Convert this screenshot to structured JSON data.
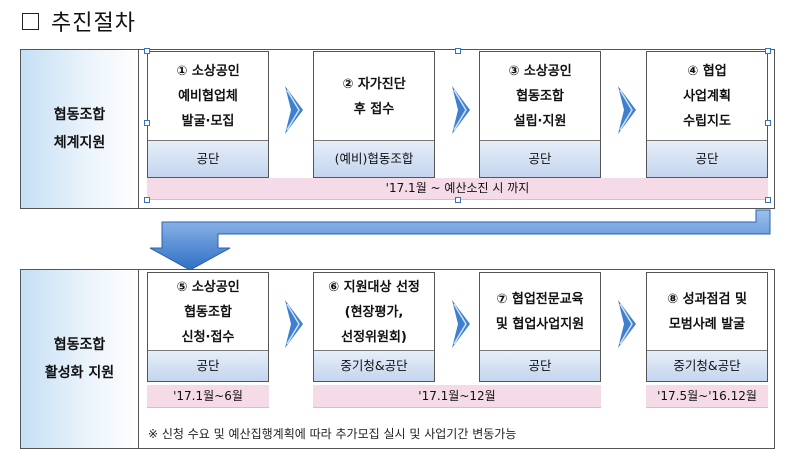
{
  "title": "추진절차",
  "section1": {
    "label": "협동조합\n체계지원",
    "cards": [
      {
        "lines": [
          "① 소상공인",
          "예비협업체",
          "발굴·모집"
        ],
        "agency": "공단"
      },
      {
        "lines": [
          "② 자가진단",
          "후 접수"
        ],
        "agency": "(예비)협동조합"
      },
      {
        "lines": [
          "③ 소상공인",
          "협동조합",
          "설립·지원"
        ],
        "agency": "공단"
      },
      {
        "lines": [
          "④ 협업",
          "사업계획",
          "수립지도"
        ],
        "agency": "공단"
      }
    ],
    "period": "'17.1월 ~ 예산소진 시 까지"
  },
  "section2": {
    "label": "협동조합\n활성화 지원",
    "cards": [
      {
        "lines": [
          "⑤ 소상공인",
          "협동조합",
          "신청·접수"
        ],
        "agency": "공단"
      },
      {
        "lines": [
          "⑥ 지원대상 선정",
          "(현장평가,",
          "선정위원회)"
        ],
        "agency": "중기청&공단"
      },
      {
        "lines": [
          "⑦ 협업전문교육",
          "및 협업사업지원"
        ],
        "agency": "공단"
      },
      {
        "lines": [
          "⑧ 성과점검 및",
          "모범사례 발굴"
        ],
        "agency": "중기청&공단"
      }
    ],
    "periods": [
      "'17.1월~6월",
      "'17.1월~12월",
      "'17.5월~'16.12월"
    ]
  },
  "note": "※ 신청 수요 및 예산집행계획에 따라 추가모집 실시 및 사업기간 변동가능",
  "colors": {
    "agency_band": "#c4d5ee",
    "period_band": "#f4dbe7",
    "label_band": "#c5dff4",
    "arrow": "#3f7fd0"
  }
}
